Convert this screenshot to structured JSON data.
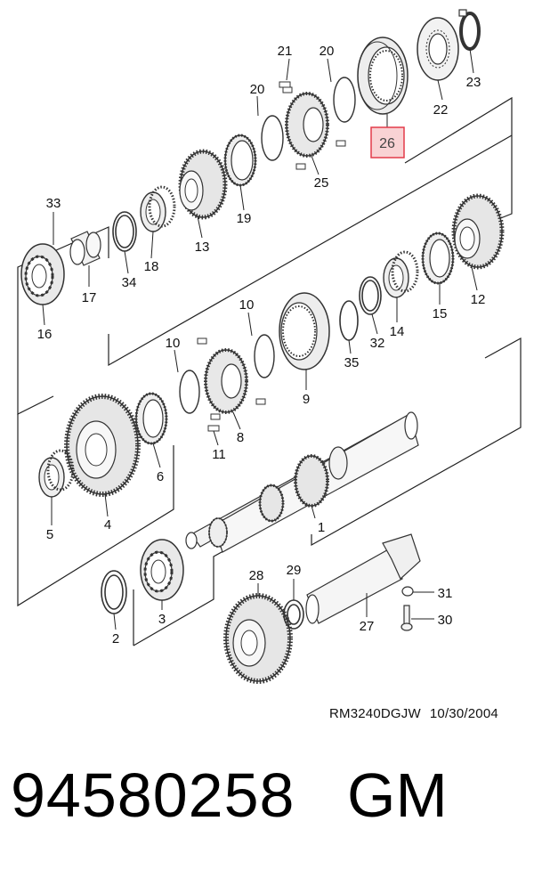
{
  "callouts": {
    "c1": "1",
    "c2": "2",
    "c3": "3",
    "c4": "4",
    "c5": "5",
    "c6": "6",
    "c8": "8",
    "c9": "9",
    "c10a": "10",
    "c10b": "10",
    "c11": "11",
    "c12": "12",
    "c13": "13",
    "c14": "14",
    "c15": "15",
    "c16": "16",
    "c17": "17",
    "c18": "18",
    "c19": "19",
    "c20a": "20",
    "c20b": "20",
    "c21": "21",
    "c22": "22",
    "c23": "23",
    "c25": "25",
    "c26": "26",
    "c27": "27",
    "c28": "28",
    "c29": "29",
    "c30": "30",
    "c31": "31",
    "c32": "32",
    "c33": "33",
    "c34": "34",
    "c35": "35"
  },
  "highlighted_callout": "26",
  "highlight_color": "#e33b4a",
  "highlight_fill": "#f9d2d4",
  "footer": {
    "drawing_ref": "RM3240DGJW",
    "date": "10/30/2004"
  },
  "part_number": "94580258",
  "brand": "GM"
}
